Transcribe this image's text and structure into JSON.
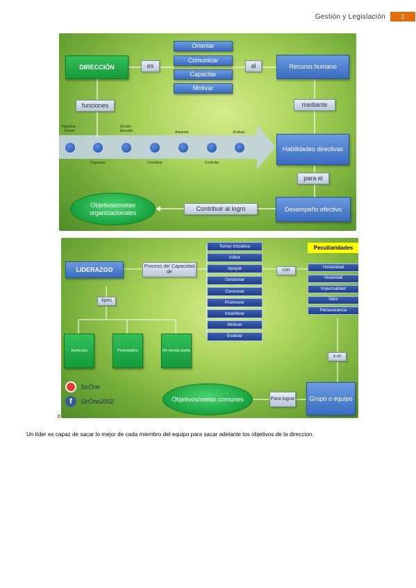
{
  "header": {
    "title": "Gestión y Legislación",
    "page": "2"
  },
  "slide1": {
    "direccion": "DIRECCIÓN",
    "es": "es",
    "verbs": [
      "Orientar",
      "Comunicar",
      "Capacitar",
      "Motivar"
    ],
    "al": "al",
    "recurso": "Recurso humano",
    "funciones": "funciones",
    "mediante": "mediante",
    "functions_top": [
      "Planificar - Prever",
      "Decidir - Ejecutar",
      "Asesorar",
      "Evaluar"
    ],
    "functions_bottom": [
      "Organizar",
      "Coordinar",
      "Controlar"
    ],
    "habilidades": "Habilidades directivas",
    "para_el": "para el",
    "objetivos": "Objetivos/metas organizacionales",
    "contribuir": "Contribuir al logro",
    "desempeno": "Desempeño efectivo"
  },
  "slide2": {
    "liderazgo": "LIDERAZGO",
    "proceso": "Proceso de/ Capacidad de",
    "actions": [
      "Tomar iniciativa",
      "Influir",
      "Apoyar",
      "Gestionar",
      "Convocar",
      "Promover",
      "Incentivar",
      "Motivar",
      "Evaluar"
    ],
    "con": "con",
    "peculiaridades": "Peculiaridades",
    "traits": [
      "Honestidad",
      "Veracidad",
      "Imparcialidad",
      "Valor",
      "Perseverancia"
    ],
    "tipos": "tipos",
    "types": [
      "Autócrata",
      "Participativo",
      "De rienda suelta"
    ],
    "a_un": "a un",
    "grupo": "Grupo o equipo",
    "para_lograr": "Para lograr",
    "objetivos_comunes": "Objetivos/metas comunes",
    "brand_name": "SirOne",
    "brand_fb": "SirOne2002"
  },
  "stray_char": "0",
  "caption": "Un líder es capaz de sacar lo mejor de cada miembro del equipo para sacar adelante los objetivos de la direccion.",
  "colors": {
    "accent": "#e46c0a",
    "box_blue": "#4a7bd0",
    "green": "#1aa23f",
    "yellow": "#ffff00"
  }
}
